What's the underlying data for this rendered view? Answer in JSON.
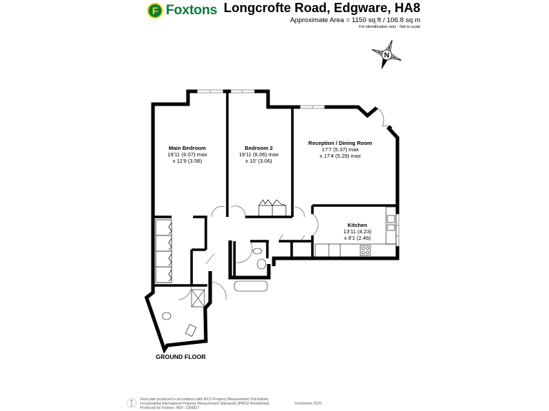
{
  "brand": {
    "logo_letter": "F",
    "name": "Foxtons",
    "colors": {
      "green": "#0b7a3b",
      "yellow": "#e6d400"
    }
  },
  "header": {
    "title": "Longcrofte Road, Edgware, HA8",
    "area": "Approximate Area = 1150 sq ft / 106.8 sq m",
    "disclaimer": "For identification only - Not to scale"
  },
  "compass": {
    "label": "N",
    "icon": "compass-rose-icon"
  },
  "rooms": [
    {
      "name": "Main Bedroom",
      "dim1": "19'11 (6.07) max",
      "dim2": "x 11'9 (3.58)"
    },
    {
      "name": "Bedroom 2",
      "dim1": "19'11 (6.06) max",
      "dim2": "x 10' (3.06)"
    },
    {
      "name": "Reception / Dining Room",
      "dim1": "17'7 (5.37) max",
      "dim2": "x 17'4 (5.29) max"
    },
    {
      "name": "Kitchen",
      "dim1": "13'11 (4.23)",
      "dim2": "x 8'1 (2.46)"
    }
  ],
  "floor_label": "GROUND FLOOR",
  "footer": {
    "line1": "Floor plan produced in accordance with RICS Property Measurement 2nd Edition,",
    "line2": "Incorporating International Property Measurement Standards (IPMS2 Residential).",
    "line3": "Produced for Foxtons.   REF: 1356817",
    "copyright": "©nichecom 2025."
  }
}
